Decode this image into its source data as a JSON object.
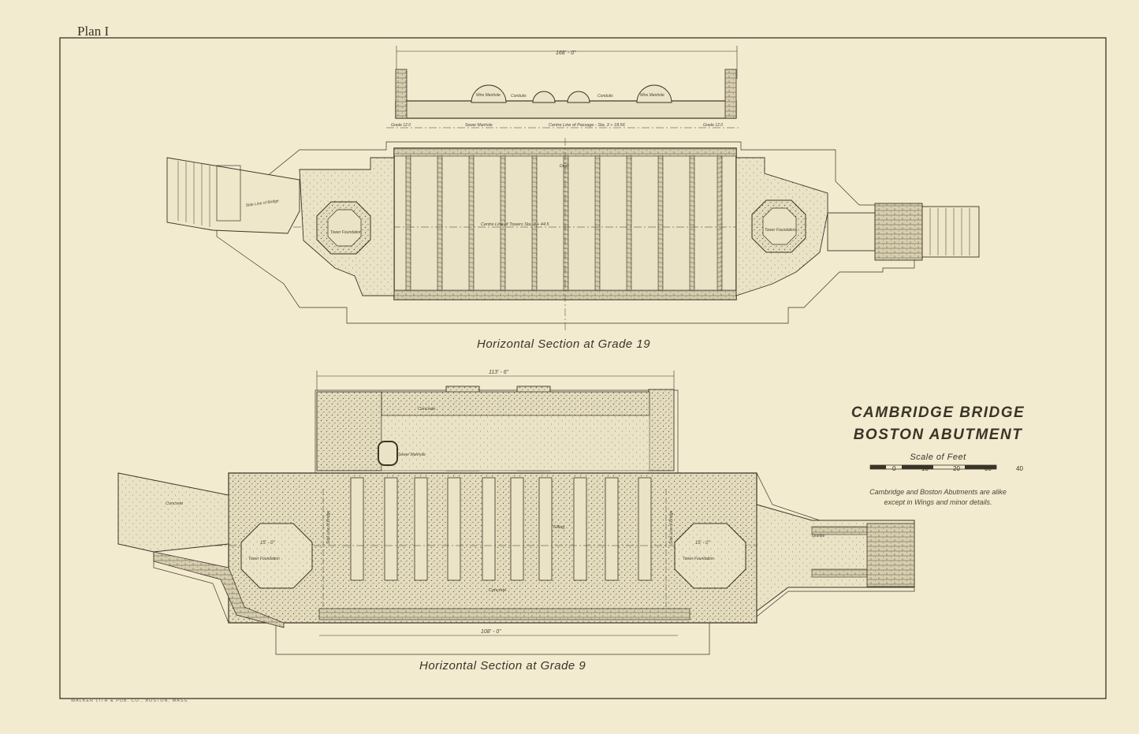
{
  "plan_label": "Plan I",
  "captions": {
    "top": "Horizontal Section at Grade 19",
    "bottom": "Horizontal Section at Grade 9"
  },
  "title": {
    "line1": "CAMBRIDGE BRIDGE",
    "line2": "BOSTON ABUTMENT",
    "scale_title": "Scale of Feet",
    "scale_ticks": [
      "0",
      "10",
      "20",
      "30",
      "40"
    ],
    "note_line1": "Cambridge and Boston Abutments are alike",
    "note_line2": "except in Wings and minor details."
  },
  "top_dims": {
    "overall": "168' - 0\"",
    "centre_line_passage": "Centre Line of Passage - Sta. 3 + 18.56",
    "centre_line_towers": "Centre Line of Towers Sta. 3 + 44.5",
    "tower_foundation": "Tower Foundation",
    "side_line_bridge": "Side Line of Bridge",
    "grade_120": "Grade 12.0",
    "sewer_manhole": "Sewer Manhole",
    "wire_manhole": "Wire Manhole",
    "conduits": "Conduits",
    "drain": "Drain"
  },
  "bottom_dims": {
    "overall": "113' - 6\"",
    "base": "108' - 0\"",
    "concrete": "Concrete",
    "tower_foundation": "Tower Foundation",
    "tower_dim": "15' - 0\"",
    "filling": "Filling",
    "sewer_manhole": "Sewer Manhole",
    "side_line_bridge": "Side Line of Bridge",
    "granite": "Granite"
  },
  "printer_mark": "WALKER LITH & PUB. CO., BOSTON, MASS."
}
